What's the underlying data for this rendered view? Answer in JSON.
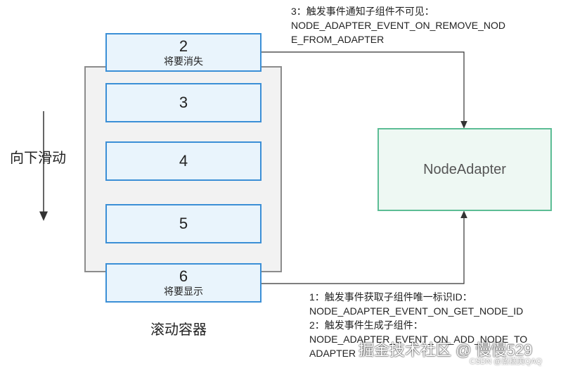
{
  "items": [
    {
      "num": "2",
      "sub": "将要消失"
    },
    {
      "num": "3"
    },
    {
      "num": "4"
    },
    {
      "num": "5"
    },
    {
      "num": "6",
      "sub": "将要显示"
    }
  ],
  "scroll_label": "向下滑动",
  "container_label": "滚动容器",
  "adapter_label": "NodeAdapter",
  "top_note": "3：触发事件通知子组件不可见：\nNODE_ADAPTER_EVENT_ON_REMOVE_NOD\nE_FROM_ADAPTER",
  "bottom_note": "1：触发事件获取子组件唯一标识ID：\nNODE_ADAPTER_EVENT_ON_GET_NODE_ID\n2：触发事件生成子组件：\nNODE_ADAPTER_EVENT_ON_ADD_NODE_TO\nADAPTER",
  "watermark": "掘金技术社区 @ 慢慢529",
  "watermark_small": "CSDN @蒸糕美QAQ",
  "colors": {
    "item_border": "#3b8fd6",
    "adapter_border": "#5cbd95",
    "container_border": "#8c8c8c"
  }
}
